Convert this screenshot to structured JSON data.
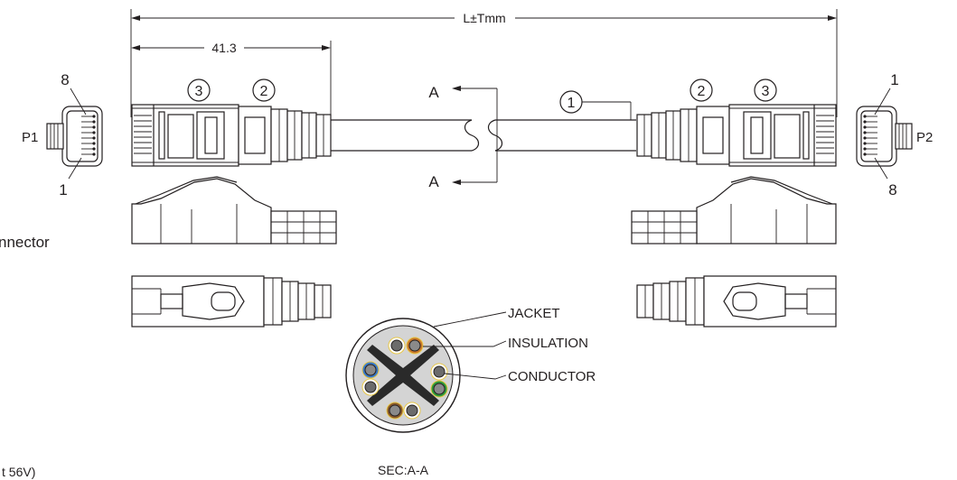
{
  "dimensions": {
    "overall_length": "L±Tmm",
    "connector_length": "41.3"
  },
  "callouts": {
    "cable": "1",
    "boot": "2",
    "plug": "3"
  },
  "section": {
    "marker": "A",
    "caption": "SEC:A-A",
    "labels": {
      "jacket": "JACKET",
      "insulation": "INSULATION",
      "conductor": "CONDUCTOR"
    }
  },
  "plugs": {
    "left": {
      "name": "P1",
      "pin_top": "8",
      "pin_bottom": "1"
    },
    "right": {
      "name": "P2",
      "pin_top": "1",
      "pin_bottom": "8"
    }
  },
  "edge_text": {
    "left_label": "nnector",
    "bottom_left": "t 56V)"
  },
  "colors": {
    "line": "#231f20",
    "wire_orange": "#c8782a",
    "wire_blue": "#3a7ac8",
    "wire_green": "#2f9a3a",
    "wire_brown": "#8a5a2b",
    "jacket_fill": "#cfcfcf",
    "separator": "#2a2a2a",
    "insulation_ring": "#e8c84a"
  }
}
